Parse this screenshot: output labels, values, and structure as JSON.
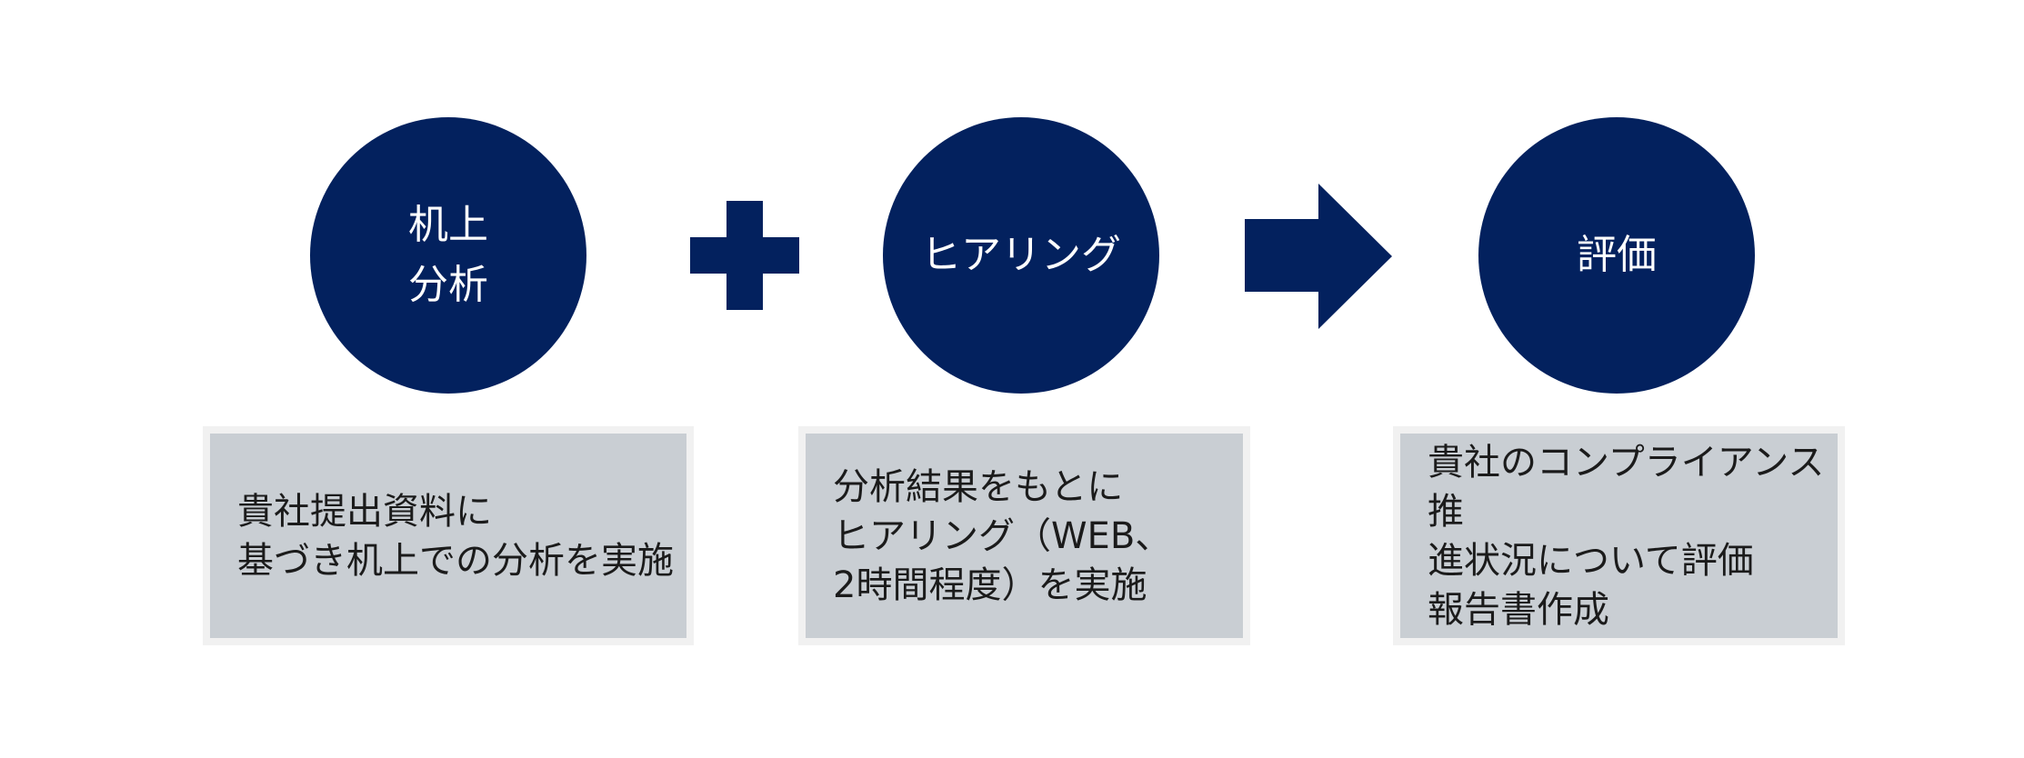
{
  "colors": {
    "navy": "#03215e",
    "box_fill": "#c9ced3",
    "box_border": "#f1f1f1"
  },
  "steps": [
    {
      "title": "机上\n分析",
      "description": "貴社提出資料に\n基づき机上での分析を実施"
    },
    {
      "title": "ヒアリング",
      "description": "分析結果をもとに\nヒアリング（WEB、\n2時間程度）を実施"
    },
    {
      "title": "評価",
      "description": "貴社のコンプライアンス推\n進状況について評価\n報告書作成"
    }
  ],
  "connectors": [
    "plus-icon",
    "arrow-right-icon"
  ]
}
